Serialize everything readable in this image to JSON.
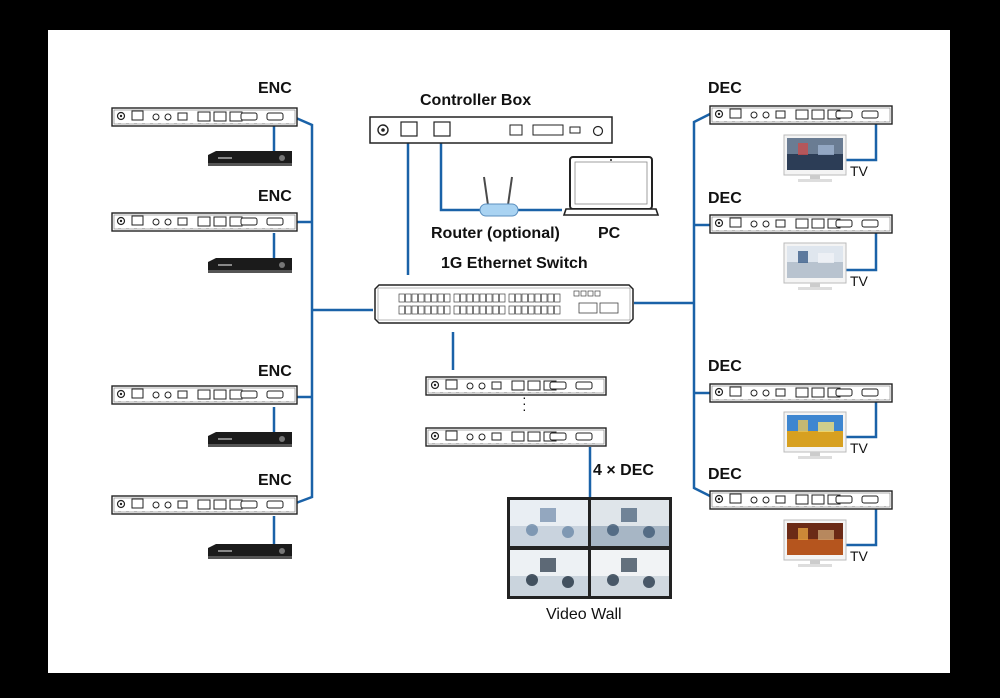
{
  "diagram": {
    "controller_label": "Controller Box",
    "router_label": "Router (optional)",
    "pc_label": "PC",
    "switch_label": "1G Ethernet Switch",
    "video_wall_label": "Video Wall",
    "four_dec_label": "4 × DEC",
    "ellipsis": "·\n·\n·",
    "encoders": [
      {
        "label": "ENC"
      },
      {
        "label": "ENC"
      },
      {
        "label": "ENC"
      },
      {
        "label": "ENC"
      }
    ],
    "decoders": [
      {
        "label": "DEC",
        "tv_label": "TV"
      },
      {
        "label": "DEC",
        "tv_label": "TV"
      },
      {
        "label": "DEC",
        "tv_label": "TV"
      },
      {
        "label": "DEC",
        "tv_label": "TV"
      }
    ],
    "colors": {
      "link": "#1a62a8",
      "background": "#ffffff",
      "frame": "#000000",
      "device_outline": "#222222"
    }
  }
}
